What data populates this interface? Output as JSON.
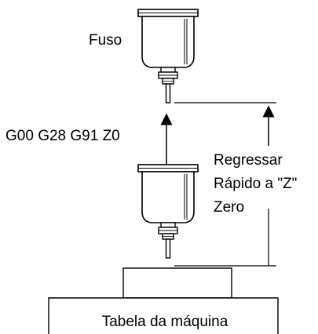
{
  "labels": {
    "spindle": "Fuso",
    "command": "G00 G28 G91 Z0",
    "return_line1": "Regressar",
    "return_line2": "Rápido a \"Z\"",
    "return_line3": "Zero",
    "table": "Tabela da máquina"
  },
  "colors": {
    "stroke": "#000000",
    "fill": "#ffffff"
  }
}
